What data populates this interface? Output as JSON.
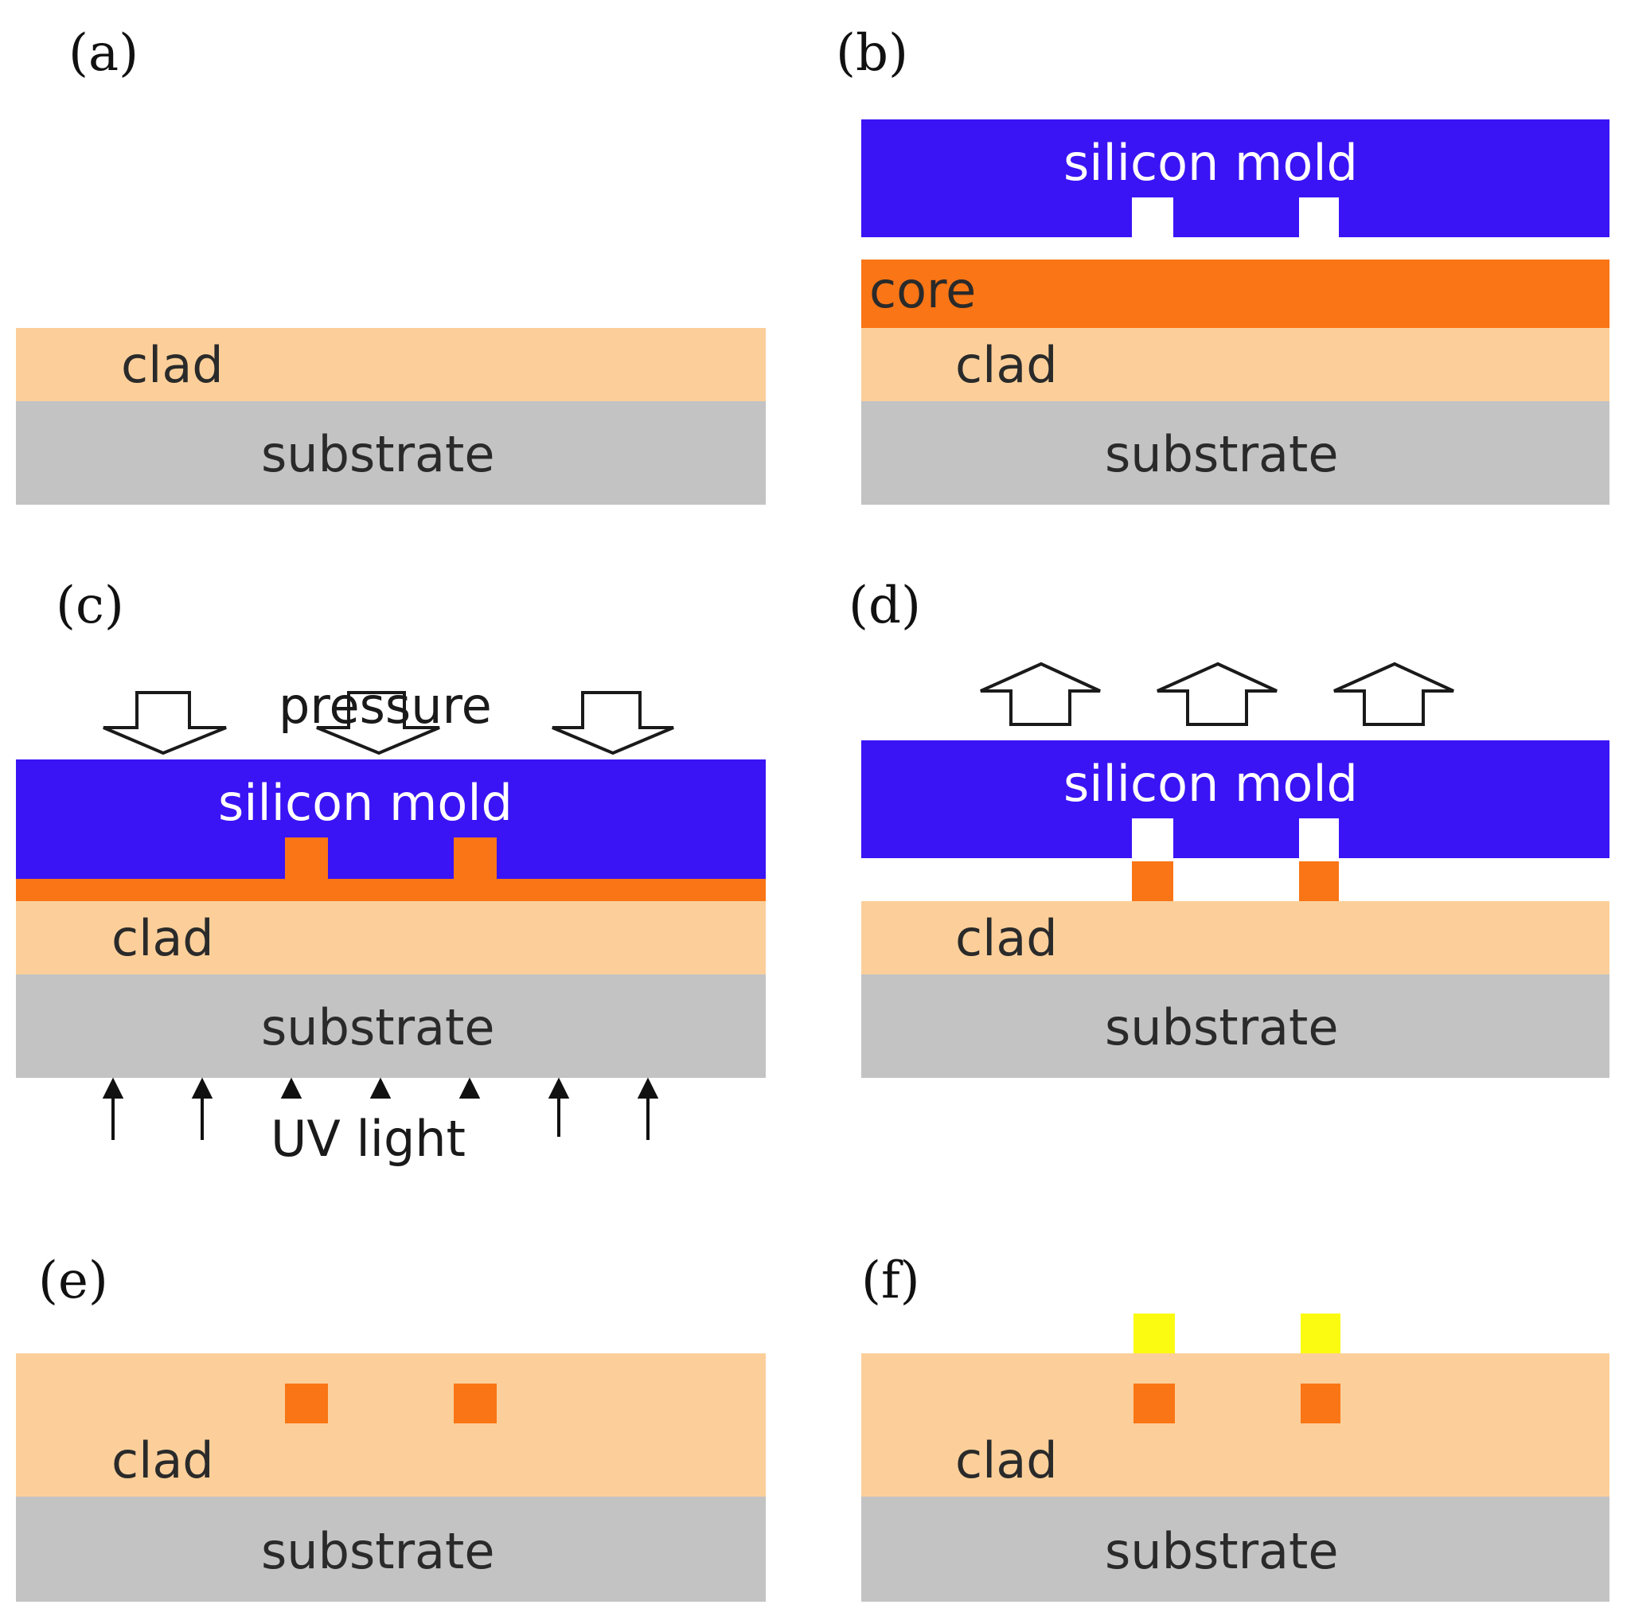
{
  "panels": {
    "a": {
      "label": "(a)",
      "clad": "clad",
      "substrate": "substrate"
    },
    "b": {
      "label": "(b)",
      "mold": "silicon mold",
      "core": "core",
      "clad": "clad",
      "substrate": "substrate"
    },
    "c": {
      "label": "(c)",
      "pressure": "pressure",
      "mold": "silicon mold",
      "clad": "clad",
      "substrate": "substrate",
      "uv": "UV light"
    },
    "d": {
      "label": "(d)",
      "mold": "silicon mold",
      "clad": "clad",
      "substrate": "substrate"
    },
    "e": {
      "label": "(e)",
      "clad": "clad",
      "substrate": "substrate"
    },
    "f": {
      "label": "(f)",
      "clad": "clad",
      "substrate": "substrate"
    }
  },
  "colors": {
    "substrate": "#c3c3c3",
    "clad": "#fccf9a",
    "core": "#f97515",
    "mold": "#3a14f5",
    "electrode": "#fbfb12"
  }
}
